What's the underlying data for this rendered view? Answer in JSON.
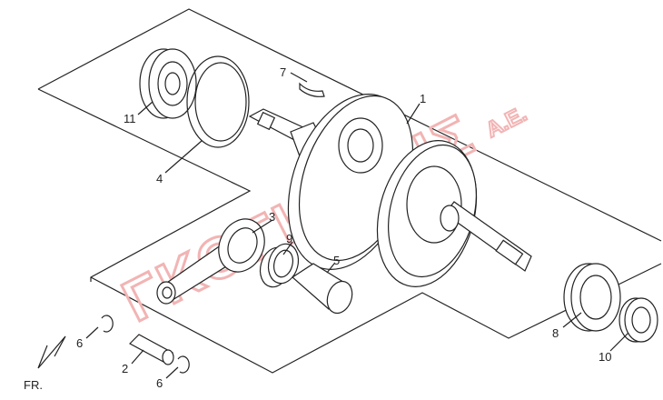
{
  "diagram": {
    "watermark": "ΓΚΟΓΚΟΛΗΣ",
    "watermark_suffix": "Α.Ε.",
    "direction_label": "FR.",
    "callouts": [
      "1",
      "2",
      "3",
      "4",
      "5",
      "6",
      "6",
      "7",
      "8",
      "9",
      "10",
      "11"
    ],
    "watermark_color": "#f2b4b4"
  }
}
